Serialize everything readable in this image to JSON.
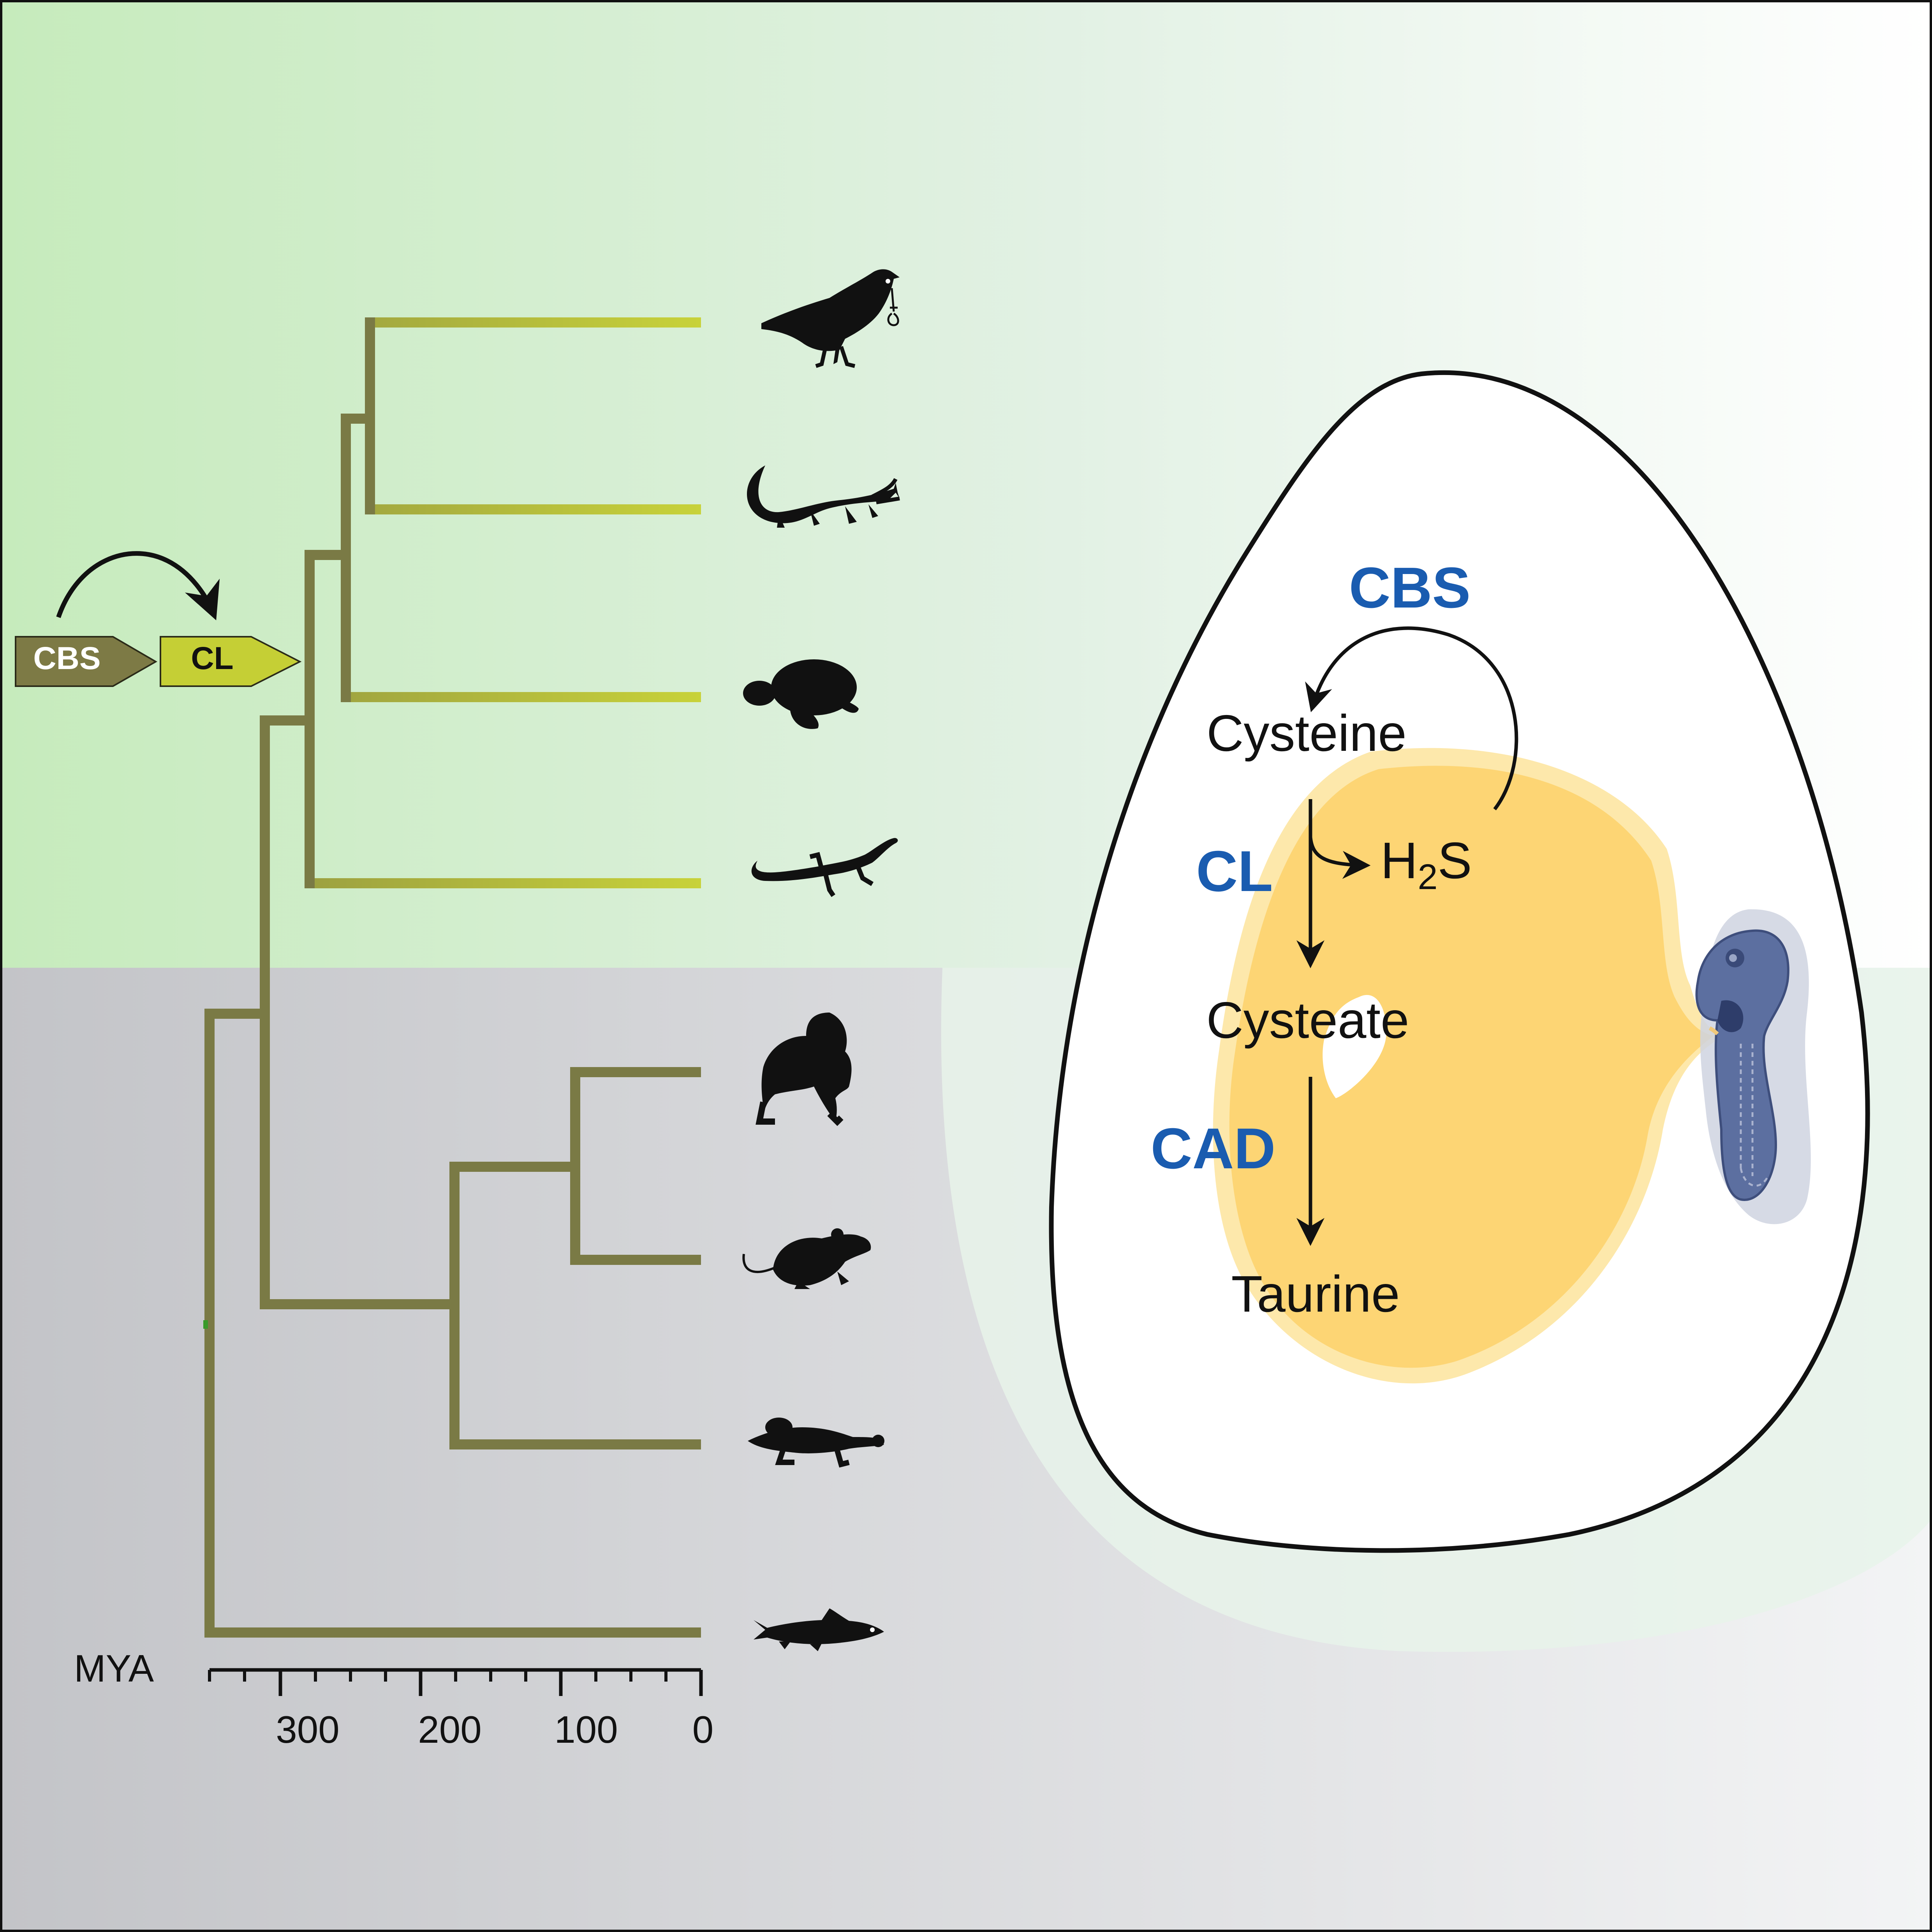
{
  "gene_cluster": {
    "cbs_label": "CBS",
    "cl_label": "CL"
  },
  "time_axis": {
    "label": "MYA",
    "ticks": [
      "300",
      "200",
      "100",
      "0"
    ]
  },
  "taxa": [
    {
      "icon": "crow-icon"
    },
    {
      "icon": "crocodile-icon"
    },
    {
      "icon": "turtle-icon"
    },
    {
      "icon": "lizard-icon"
    },
    {
      "icon": "gorilla-icon"
    },
    {
      "icon": "rat-icon"
    },
    {
      "icon": "platypus-icon"
    },
    {
      "icon": "fish-icon"
    }
  ],
  "pathway": {
    "enzyme_cbs": "CBS",
    "enzyme_cl": "CL",
    "enzyme_cad": "CAD",
    "cysteine": "Cysteine",
    "h2s_main": "H",
    "h2s_sub": "2",
    "h2s_end": "S",
    "cysteate": "Cysteate",
    "taurine": "Taurine"
  },
  "colors": {
    "enzyme_blue": "#1a5cb0",
    "tree_olive": "#7a7a45",
    "tree_yellow_green": "#c8d23a",
    "cbs_box": "#7d7a45",
    "cl_box": "#c5cf35",
    "sauropsid_bg": "#c8ecbe",
    "mammal_bg": "#c3c4c8",
    "yolk": "#fdd574",
    "embryo": "#5c6fa0"
  }
}
